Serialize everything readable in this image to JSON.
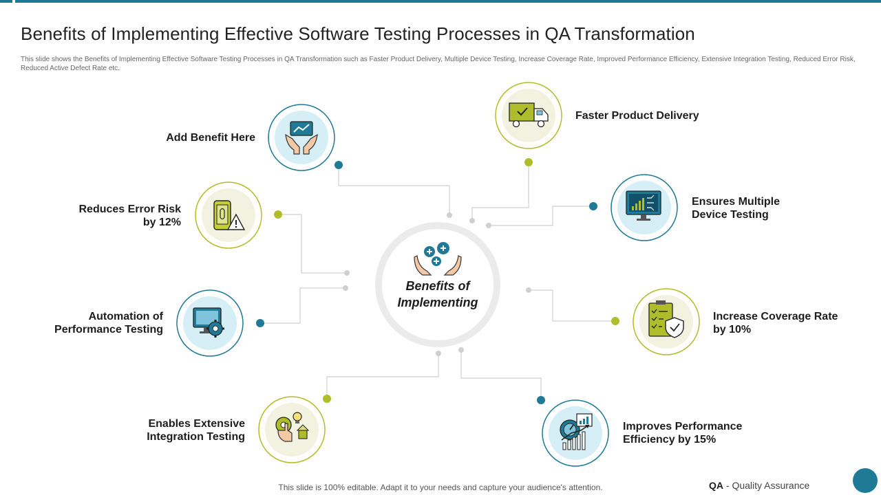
{
  "title": "Benefits of Implementing Effective Software Testing Processes in QA Transformation",
  "subtitle": "This slide shows the Benefits of Implementing  Effective Software Testing Processes in QA Transformation such as Faster Product Delivery, Multiple  Device Testing, Increase Coverage Rate, Improved Performance Efficiency, Extensive Integration Testing, Reduced Error Risk, Reduced Active Defect Rate etc.",
  "center": {
    "label": "Benefits of Implementing",
    "icon": "hands-plus-icon"
  },
  "colors": {
    "teal": "#1e7a96",
    "lime": "#b0bd2b",
    "line": "#cfcfcf"
  },
  "benefits": [
    {
      "id": "add-benefit",
      "label": "Add Benefit Here",
      "icon": "hands-chart-icon",
      "accent": "teal"
    },
    {
      "id": "reduces-error-risk",
      "label": "Reduces Error Risk by 12%",
      "icon": "phone-warning-icon",
      "accent": "lime"
    },
    {
      "id": "automation-performance",
      "label": "Automation of Performance Testing",
      "icon": "monitor-gear-icon",
      "accent": "teal"
    },
    {
      "id": "integration-testing",
      "label": "Enables Extensive Integration Testing",
      "icon": "hand-gear-bulb-icon",
      "accent": "lime"
    },
    {
      "id": "faster-delivery",
      "label": "Faster Product Delivery",
      "icon": "delivery-truck-icon",
      "accent": "lime"
    },
    {
      "id": "multiple-device",
      "label": "Ensures Multiple Device Testing",
      "icon": "monitor-chart-icon",
      "accent": "teal"
    },
    {
      "id": "coverage-rate",
      "label": "Increase Coverage Rate by 10%",
      "icon": "checklist-shield-icon",
      "accent": "lime"
    },
    {
      "id": "performance-efficiency",
      "label": "Improves Performance Efficiency by 15%",
      "icon": "gauge-chart-icon",
      "accent": "teal"
    }
  ],
  "footer": "This slide is 100% editable. Adapt it to your needs and capture your audience's attention.",
  "qa": {
    "abbr": "QA",
    "separator": " - ",
    "full": "Quality Assurance"
  }
}
